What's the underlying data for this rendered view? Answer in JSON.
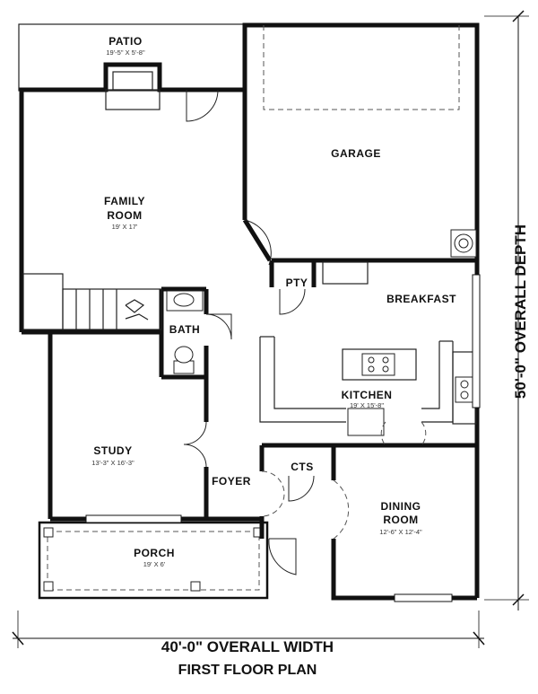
{
  "plan": {
    "caption": "FIRST FLOOR PLAN",
    "overall_width": "40'-0\" OVERALL WIDTH",
    "overall_depth": "50'-0\" OVERALL DEPTH",
    "rooms": {
      "patio": {
        "name": "PATIO",
        "size": "19'-5\" X 5'-8\""
      },
      "family": {
        "name1": "FAMILY",
        "name2": "ROOM",
        "size": "19' X 17'"
      },
      "garage": {
        "name": "GARAGE"
      },
      "pantry": {
        "name": "PTY"
      },
      "breakfast": {
        "name": "BREAKFAST"
      },
      "bath": {
        "name": "BATH"
      },
      "kitchen": {
        "name": "KITCHEN",
        "size": "19' X 15'-8\""
      },
      "study": {
        "name": "STUDY",
        "size": "13'-3\" X 16'-3\""
      },
      "closet": {
        "name": "CTS"
      },
      "foyer": {
        "name": "FOYER"
      },
      "dining": {
        "name1": "DINING",
        "name2": "ROOM",
        "size": "12'-6\" X 12'-4\""
      },
      "porch": {
        "name": "PORCH",
        "size": "19' X 6'"
      }
    }
  }
}
